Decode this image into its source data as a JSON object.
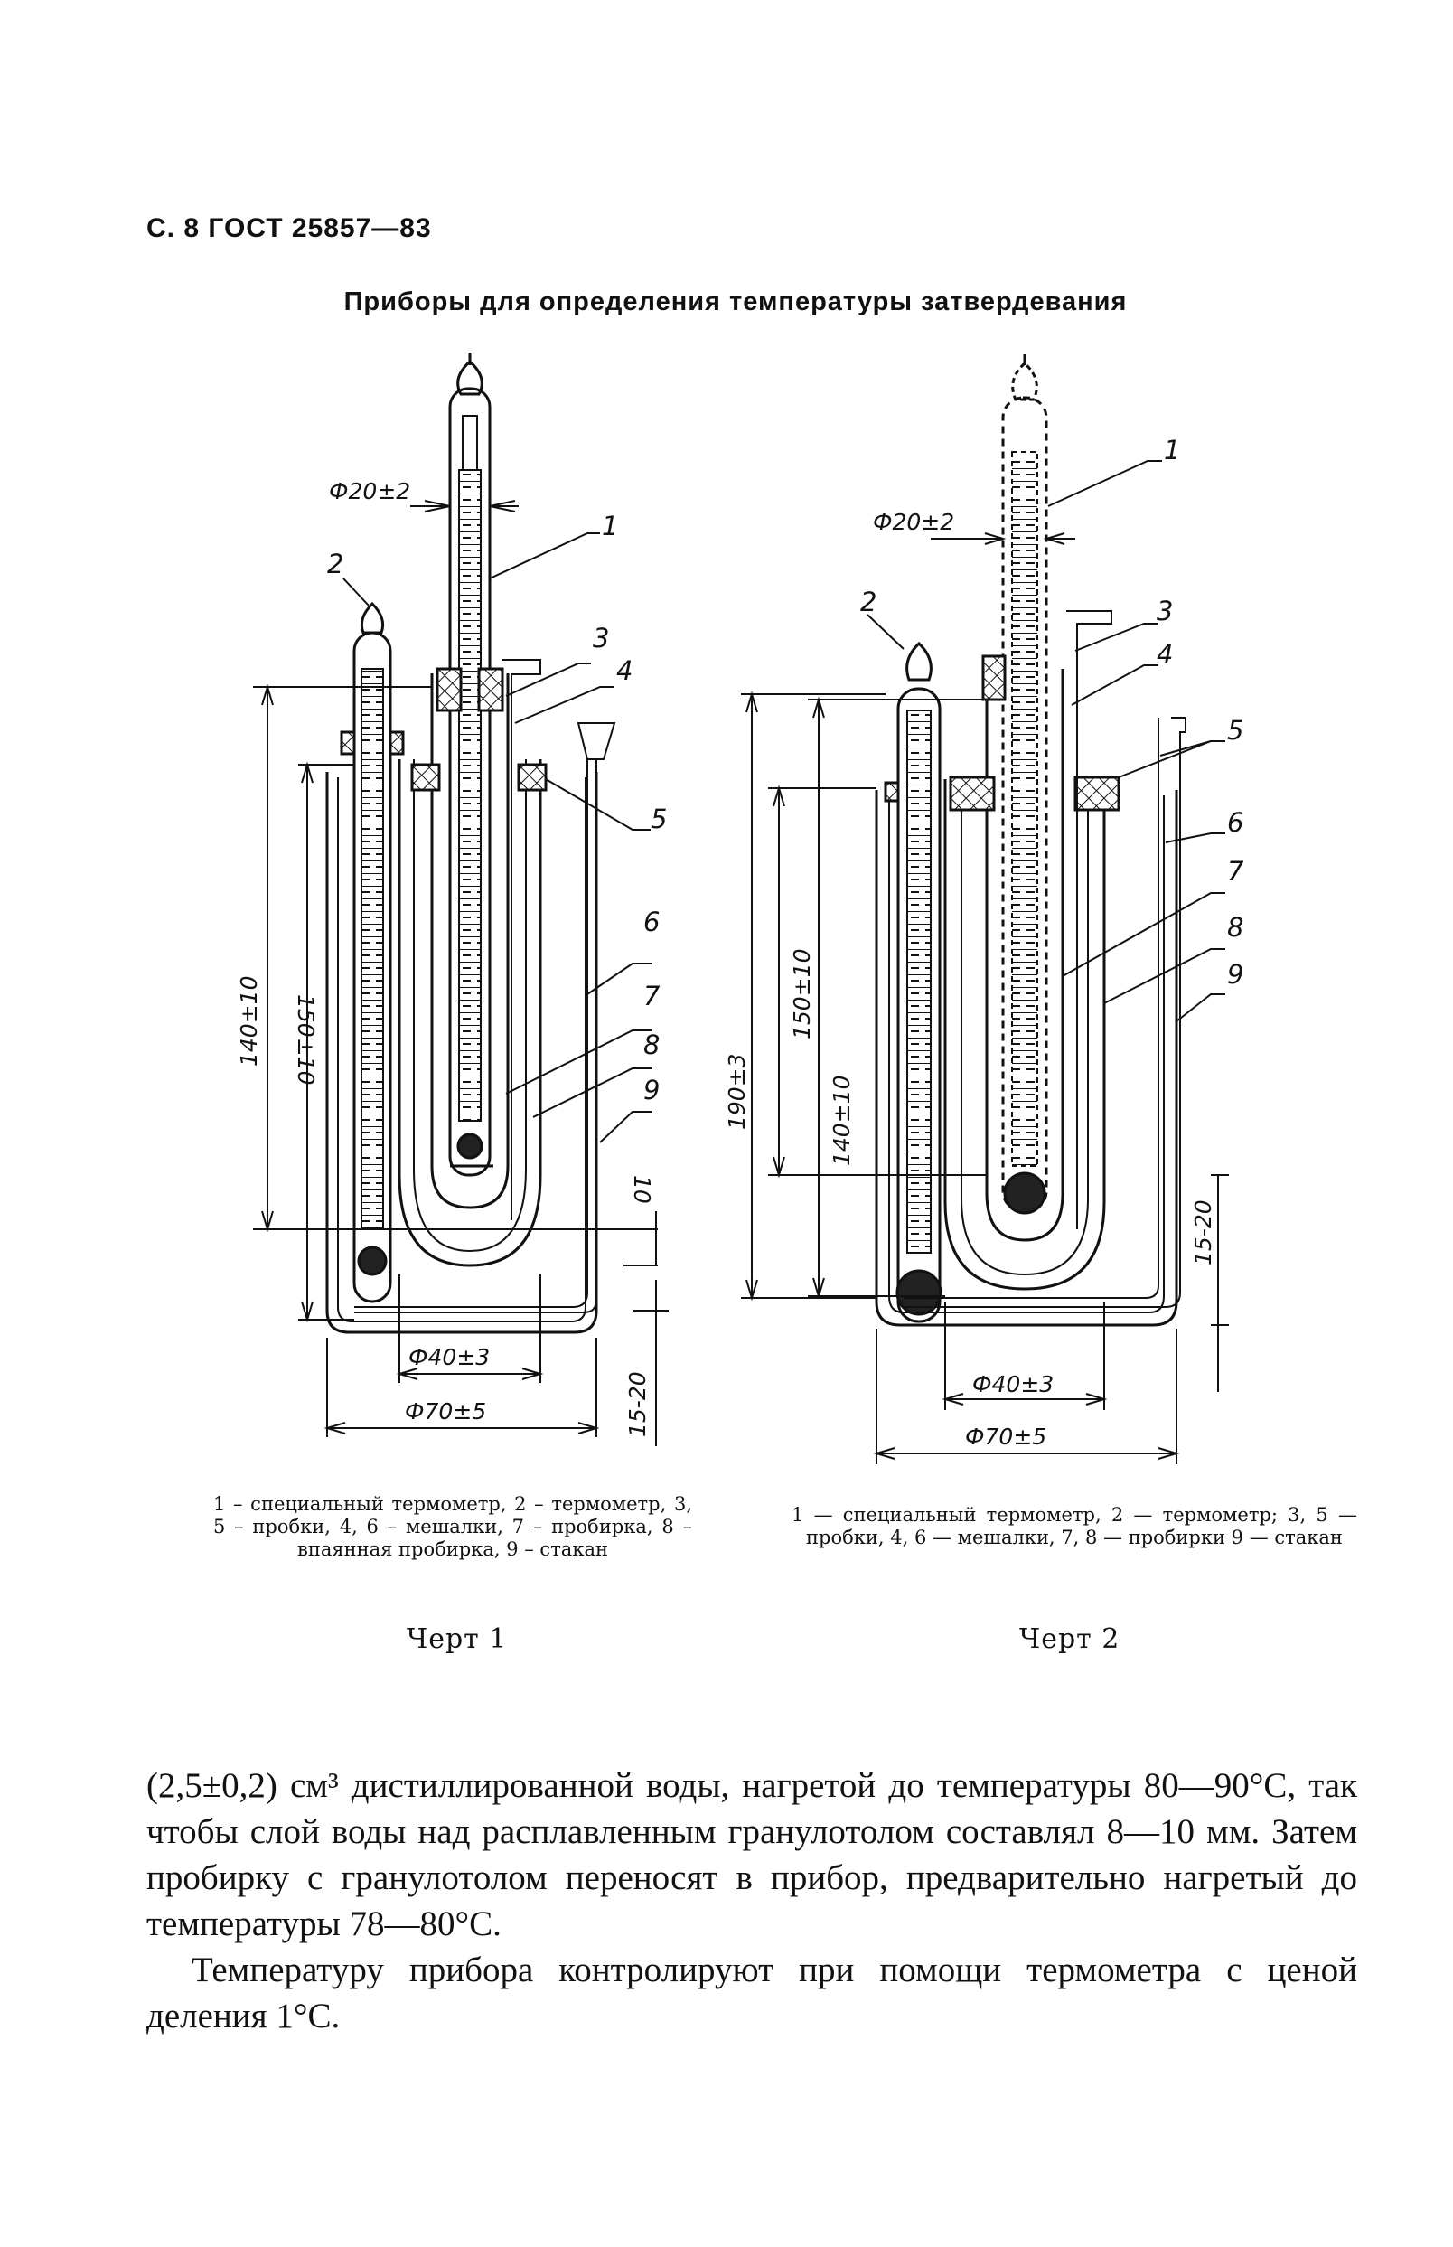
{
  "header": "С. 8 ГОСТ 25857—83",
  "figure_title": "Приборы для определения температуры затвердевания",
  "figure1": {
    "caption": "1 – специальный термометр, 2 – термометр, 3, 5 – пробки, 4, 6 – мешалки, 7 – пробирка, 8 – впаянная пробирка, 9 – стакан",
    "label": "Черт 1",
    "callouts": [
      "1",
      "2",
      "3",
      "4",
      "5",
      "6",
      "7",
      "8",
      "9"
    ],
    "dims": {
      "top_diameter": "Ф20±2",
      "height_150": "150±10",
      "height_140": "140±10",
      "gap_10": "10",
      "d40": "Ф40±3",
      "d70": "Ф70±5",
      "bottom_gap": "15-20"
    }
  },
  "figure2": {
    "caption": "1 — специальный термометр, 2 — термометр; 3, 5 — пробки, 4, 6 — мешалки, 7, 8 — пробирки 9 — стакан",
    "label": "Черт 2",
    "callouts": [
      "1",
      "2",
      "3",
      "4",
      "5",
      "6",
      "7",
      "8",
      "9"
    ],
    "dims": {
      "top_diameter": "Ф20±2",
      "height_190": "190±3",
      "height_150": "150±10",
      "height_140": "140±10",
      "bottom_gap": "15-20",
      "d40": "Ф40±3",
      "d70": "Ф70±5"
    }
  },
  "body": {
    "paragraph1": "(2,5±0,2) см³ дистиллированной воды, нагретой до температуры 80—90°С, так чтобы слой воды над расплавленным гранулотолом составлял 8—10 мм. Затем пробирку с гранулотолом переносят в прибор, предварительно нагретый до температуры 78—80°С.",
    "paragraph2": "Температуру прибора контролируют при помощи термометра с ценой деления 1°С."
  }
}
